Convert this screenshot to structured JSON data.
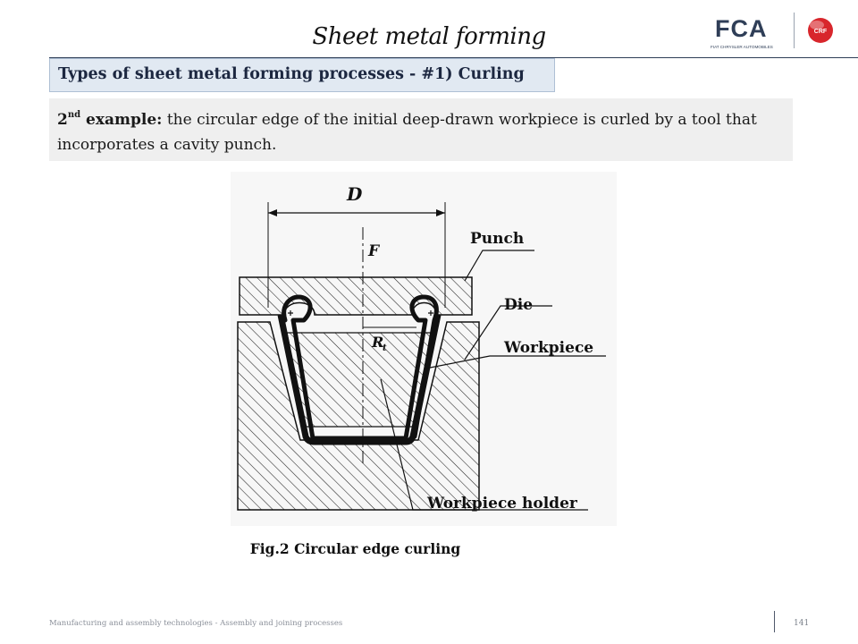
{
  "slide": {
    "title": "Sheet metal forming",
    "section_heading": "Types of sheet metal forming processes - #1) Curling",
    "body": {
      "ordinal_number": "2",
      "ordinal_suffix": "nd",
      "lead": " example:",
      "text": " the circular edge of the initial deep-drawn workpiece is curled by a tool that incorporates a cavity punch."
    },
    "figure": {
      "caption": "Fig.2 Circular edge curling",
      "labels": {
        "diameter": "D",
        "force": "F",
        "radius_main": "R",
        "radius_sub": "t",
        "punch": "Punch",
        "die": "Die",
        "workpiece": "Workpiece",
        "holder": "Workpiece holder"
      }
    }
  },
  "logos": {
    "fca": "FCA",
    "fca_subtitle": "FIAT CHRYSLER AUTOMOBILES",
    "crf": "CRF"
  },
  "footer": {
    "course": "Manufacturing and assembly technologies  -  Assembly and joining processes",
    "page": "141"
  },
  "colors": {
    "accent_navy": "#2f3e57",
    "heading_bg": "#e1e9f2",
    "body_bg": "#efefef",
    "crf_red": "#d8262c"
  }
}
